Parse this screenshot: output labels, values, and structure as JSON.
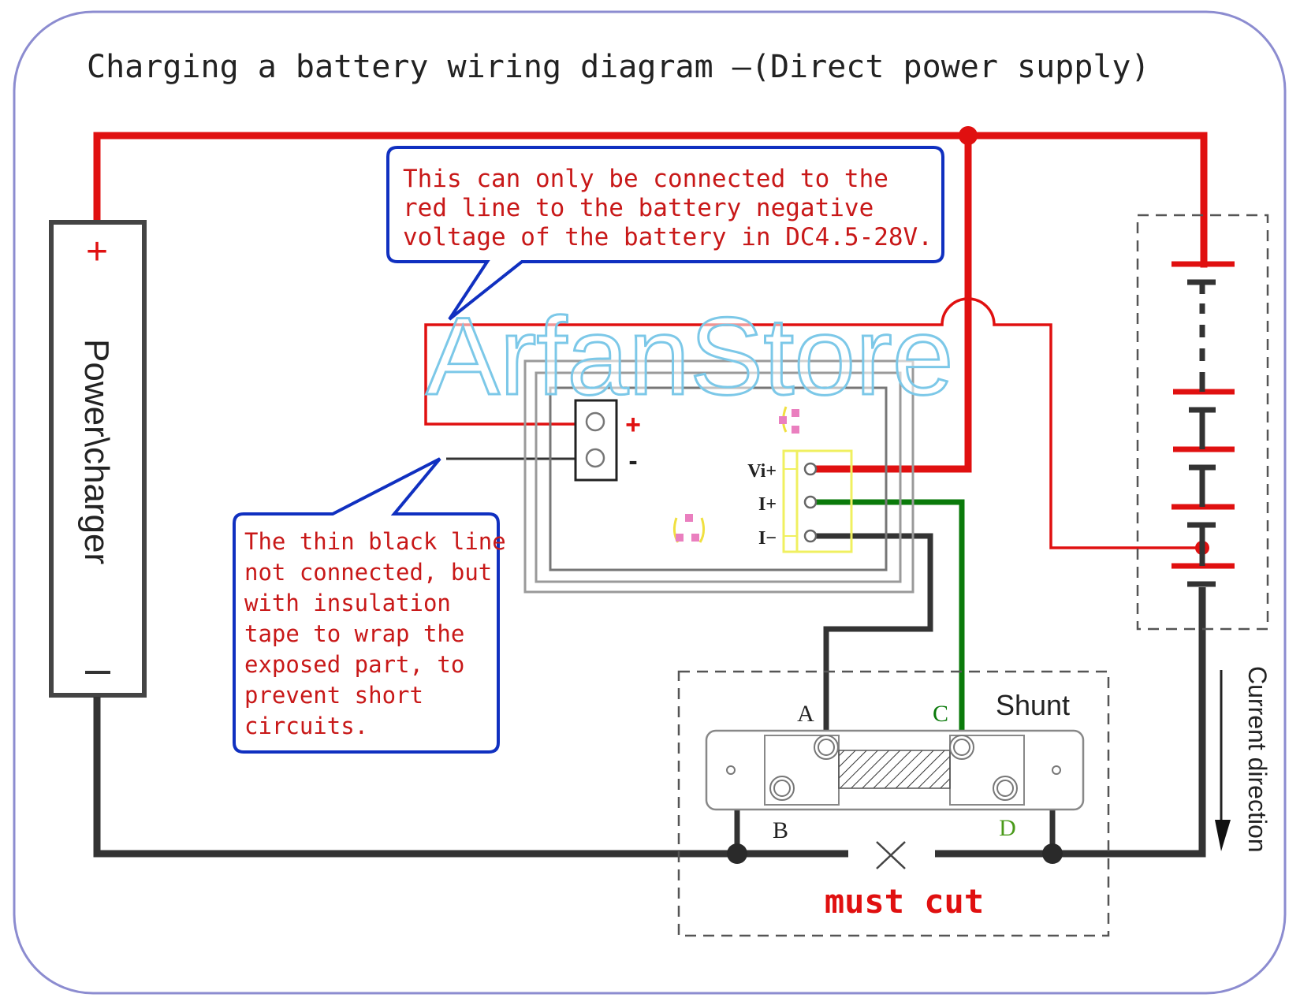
{
  "title": "Charging a battery wiring diagram —(Direct power supply)",
  "watermark": "ArfanStore",
  "power_charger": {
    "label": "Power\\charger",
    "plus_symbol": "+",
    "minus_symbol": "—"
  },
  "callout_top": {
    "lines": [
      "This can only be connected to the",
      "red line to the battery negative",
      "voltage of the battery in DC4.5-28V."
    ]
  },
  "callout_left": {
    "lines": [
      "The thin black line",
      "not connected, but",
      "with insulation",
      "tape to wrap the",
      "exposed part, to",
      "prevent short",
      "circuits."
    ]
  },
  "meter": {
    "power_plus": "+",
    "power_minus": "-",
    "terminals": [
      "Vi+",
      "I+",
      "I−"
    ]
  },
  "shunt": {
    "label": "Shunt",
    "terminals": {
      "a": "A",
      "b": "B",
      "c": "C",
      "d": "D"
    },
    "cut_label": "must cut",
    "cut_mark": "×"
  },
  "current_direction": "Current direction",
  "colors": {
    "positive_wire": "#e01010",
    "sense_wire": "#0a7a0a",
    "negative_wire": "#333333",
    "callout_border": "#1030c0",
    "callout_text": "#c81818",
    "frame_border": "#8888cc",
    "watermark": "#7cc8e8"
  }
}
